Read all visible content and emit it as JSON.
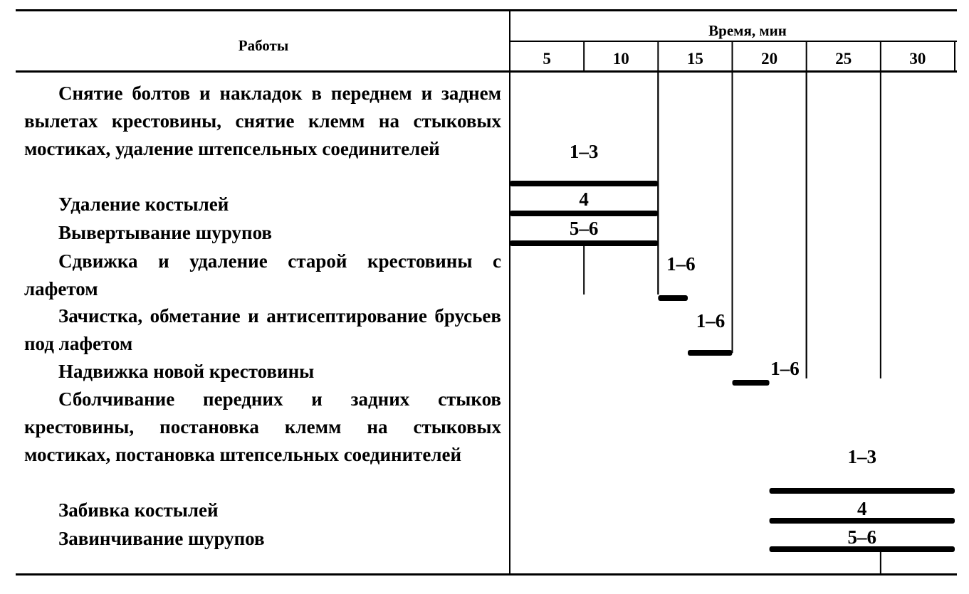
{
  "table": {
    "col_works": "Работы",
    "col_time": "Время, мин"
  },
  "chart_data": {
    "type": "gantt",
    "xlabel": "Время, мин",
    "x_ticks": [
      "5",
      "10",
      "15",
      "20",
      "25",
      "30"
    ],
    "xlim": [
      0,
      30
    ],
    "tasks": [
      {
        "label": "Снятие болтов и накладок в переднем и заднем вылетах крестовины, снятие клемм на стыковых мостиках, удаление штепсельных соединителей",
        "crew": "1–3",
        "start": 0,
        "end": 10
      },
      {
        "label": "Удаление костылей",
        "crew": "4",
        "start": 0,
        "end": 10
      },
      {
        "label": "Вывертывание шурупов",
        "crew": "5–6",
        "start": 0,
        "end": 10
      },
      {
        "label": "Сдвижка и удаление старой крестовины с лафетом",
        "crew": "1–6",
        "start": 10,
        "end": 12
      },
      {
        "label": "Зачистка, обметание и антисептирование брусьев под лафетом",
        "crew": "1–6",
        "start": 12,
        "end": 15
      },
      {
        "label": "Надвижка новой крестовины",
        "crew": "1–6",
        "start": 15,
        "end": 17.5
      },
      {
        "label": "Сболчивание передних и задних стыков крестовины, постановка клемм на стыковых мостиках, постановка штепсельных соединителей",
        "crew": "1–3",
        "start": 17.5,
        "end": 30
      },
      {
        "label": "Забивка костылей",
        "crew": "4",
        "start": 17.5,
        "end": 30
      },
      {
        "label": "Завинчивание шурупов",
        "crew": "5–6",
        "start": 17.5,
        "end": 30
      }
    ]
  }
}
